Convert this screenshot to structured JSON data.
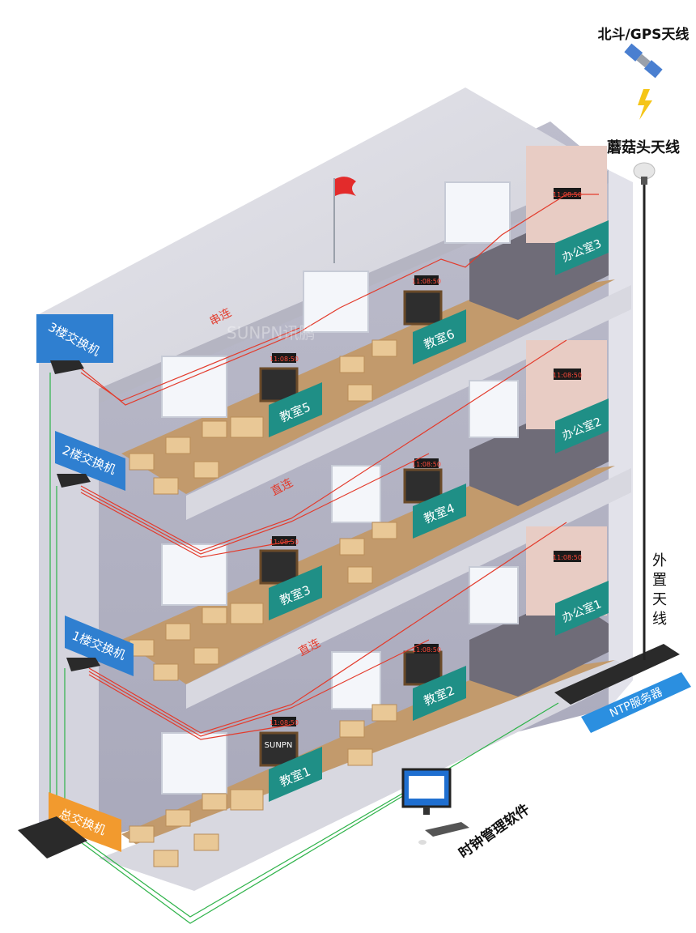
{
  "antenna": {
    "gps_label": "北斗/GPS天线",
    "mushroom_label": "蘑菇头天线",
    "external_label_chars": [
      "外",
      "置",
      "天",
      "线"
    ]
  },
  "switches": {
    "floor3": "3楼交换机",
    "floor2": "2楼交换机",
    "floor1": "1楼交换机",
    "main": "总交换机"
  },
  "rooms": {
    "classroom1": "教室1",
    "classroom2": "教室2",
    "classroom3": "教室3",
    "classroom4": "教室4",
    "classroom5": "教室5",
    "classroom6": "教室6",
    "office1": "办公室1",
    "office2": "办公室2",
    "office3": "办公室3"
  },
  "connections": {
    "serial": "串连",
    "direct_top": "直连",
    "direct_bottom": "直连"
  },
  "devices": {
    "ntp_server": "NTP服务器",
    "software": "时钟管理软件",
    "board_brand": "SUNPN",
    "clock_time": "11:08:50"
  },
  "watermark": "SUNPN讯鹏",
  "colors": {
    "wall": "#c9c9d6",
    "roof": "#dcdce2",
    "floor_wood": "#c29a6c",
    "office_floor": "#6f6c78",
    "switch_blue": "#2f7fd0",
    "switch_orange": "#f29a2e",
    "room_sign": "#1f8f86",
    "red_line": "#e33b2c",
    "green_line": "#2fb34a",
    "ntp_blue": "#2b8fe0"
  }
}
